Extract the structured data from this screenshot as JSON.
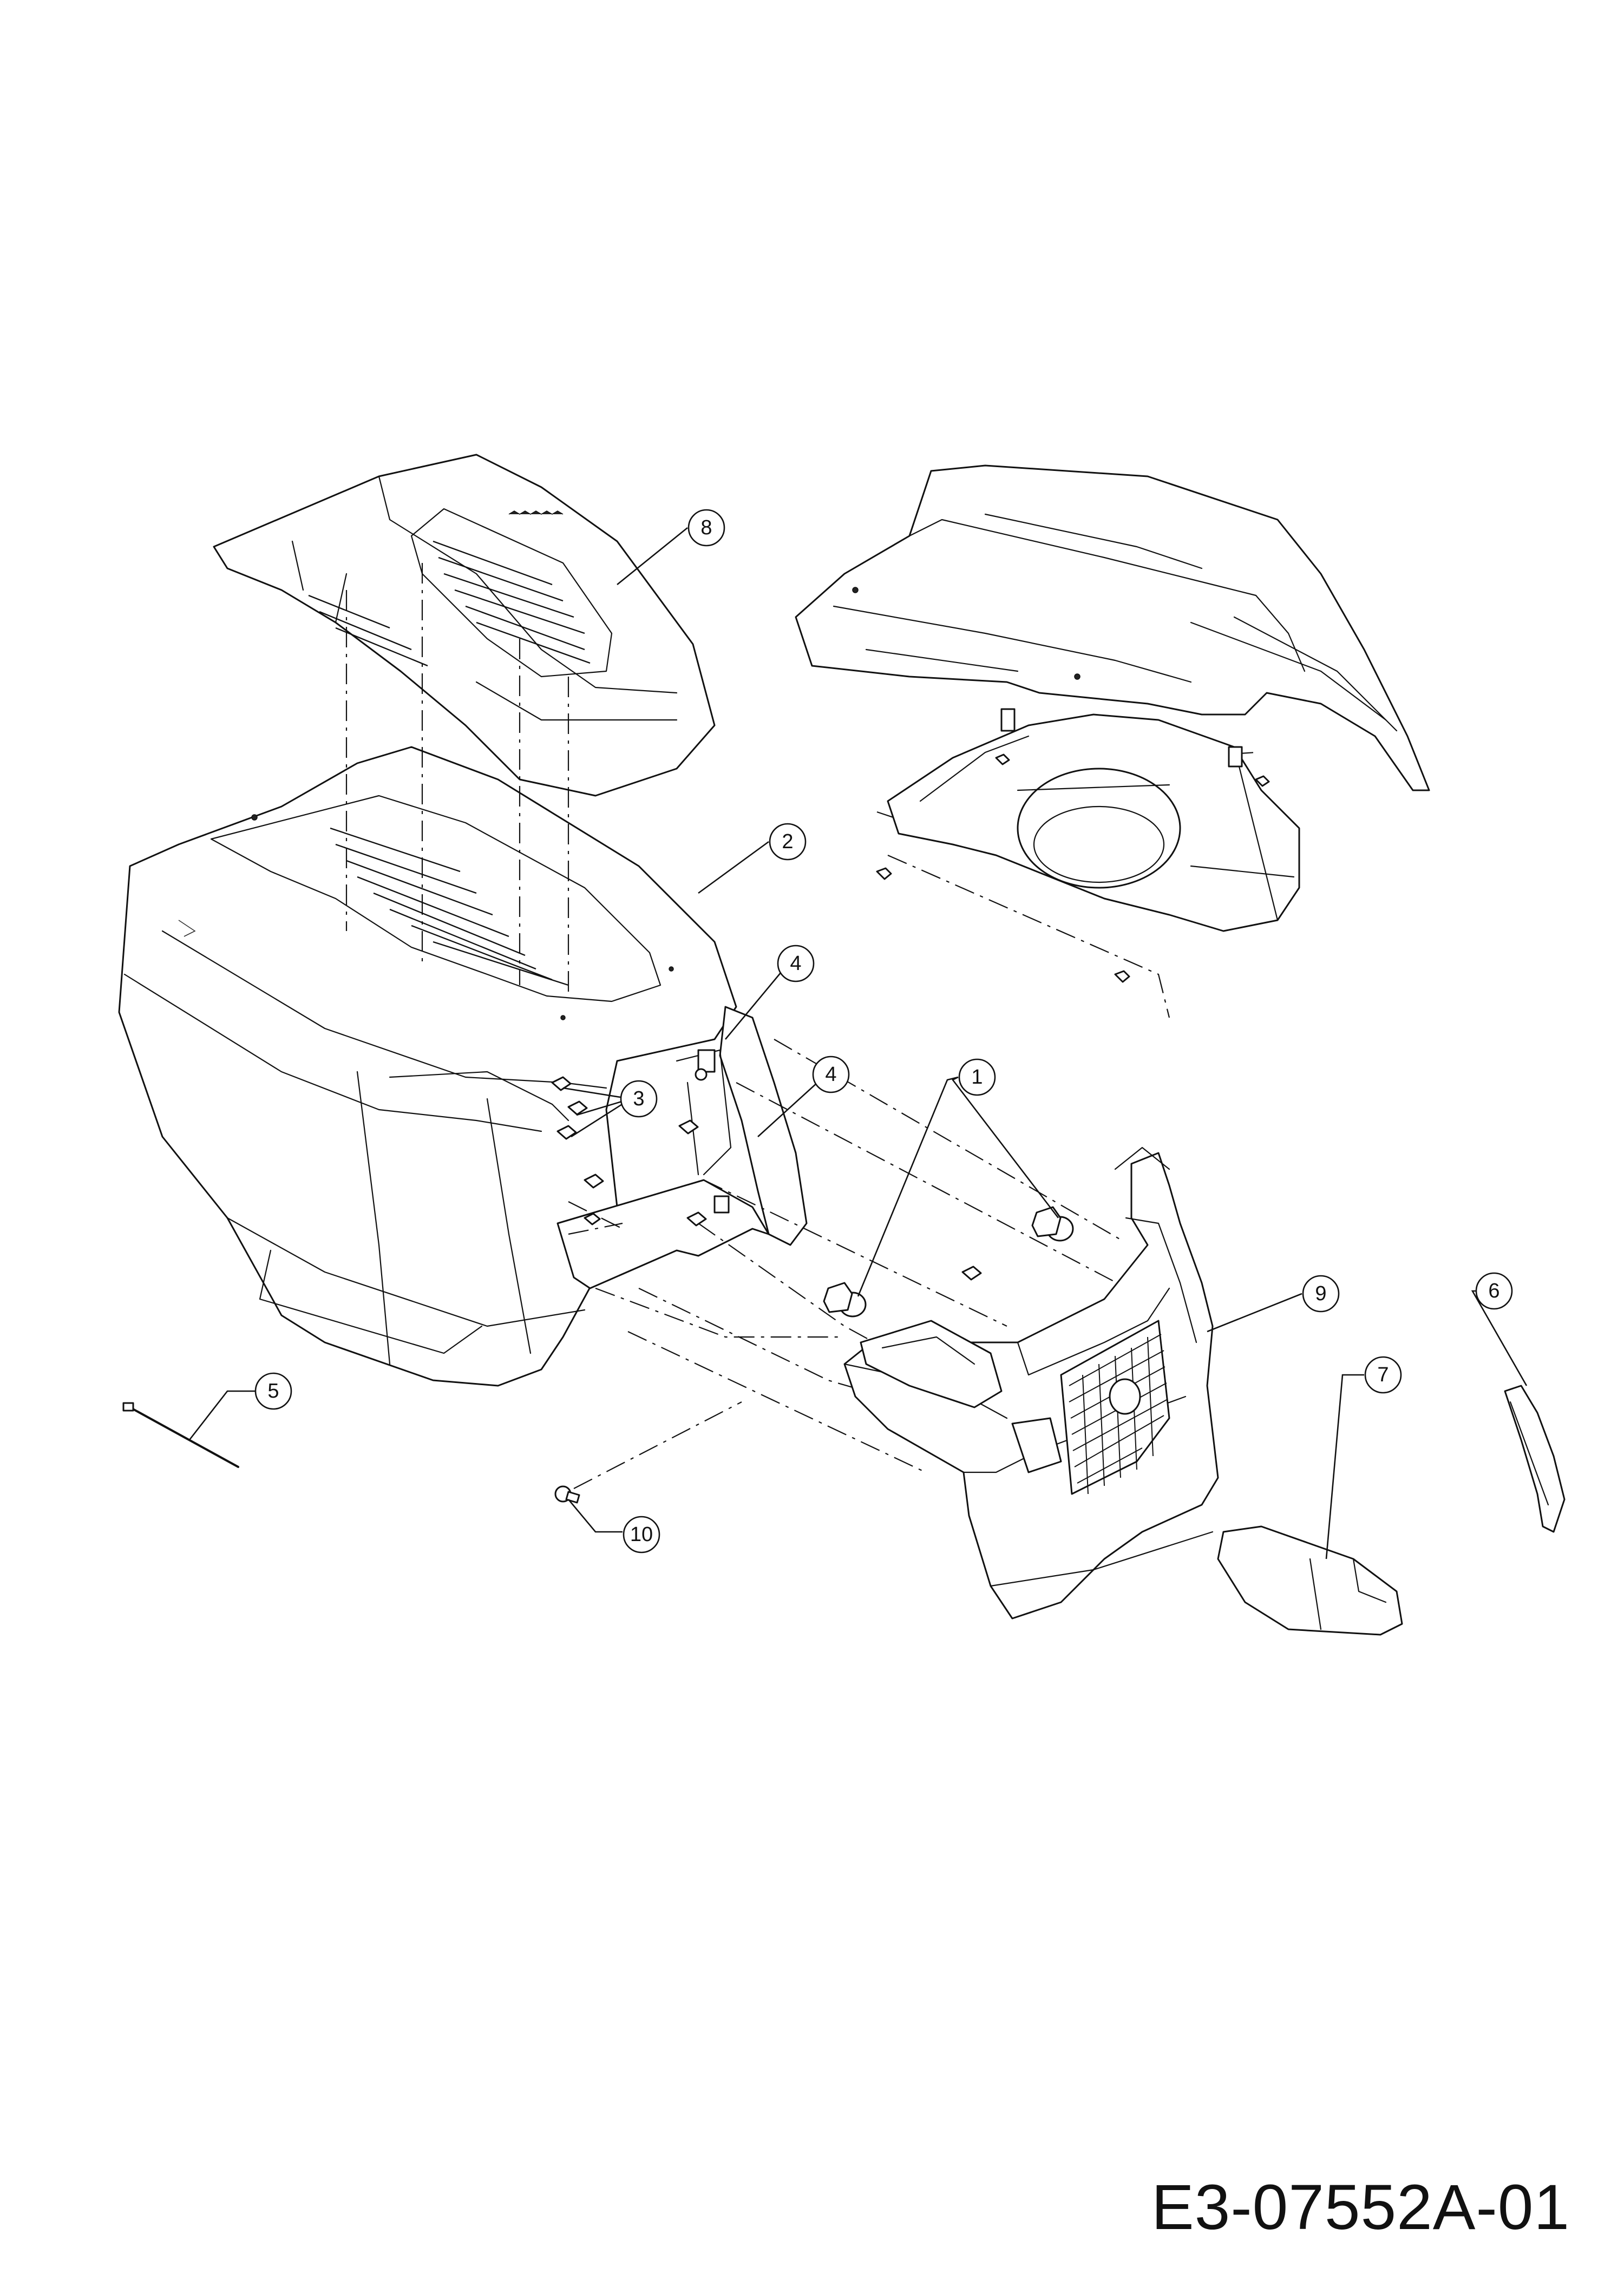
{
  "drawing_number": "E3-07552A-01",
  "callouts": [
    {
      "id": "callout-1",
      "label": "1"
    },
    {
      "id": "callout-2",
      "label": "2"
    },
    {
      "id": "callout-3",
      "label": "3"
    },
    {
      "id": "callout-4a",
      "label": "4"
    },
    {
      "id": "callout-4b",
      "label": "4"
    },
    {
      "id": "callout-5",
      "label": "5"
    },
    {
      "id": "callout-6",
      "label": "6"
    },
    {
      "id": "callout-7",
      "label": "7"
    },
    {
      "id": "callout-8",
      "label": "8"
    },
    {
      "id": "callout-9",
      "label": "9"
    },
    {
      "id": "callout-10",
      "label": "10"
    }
  ]
}
